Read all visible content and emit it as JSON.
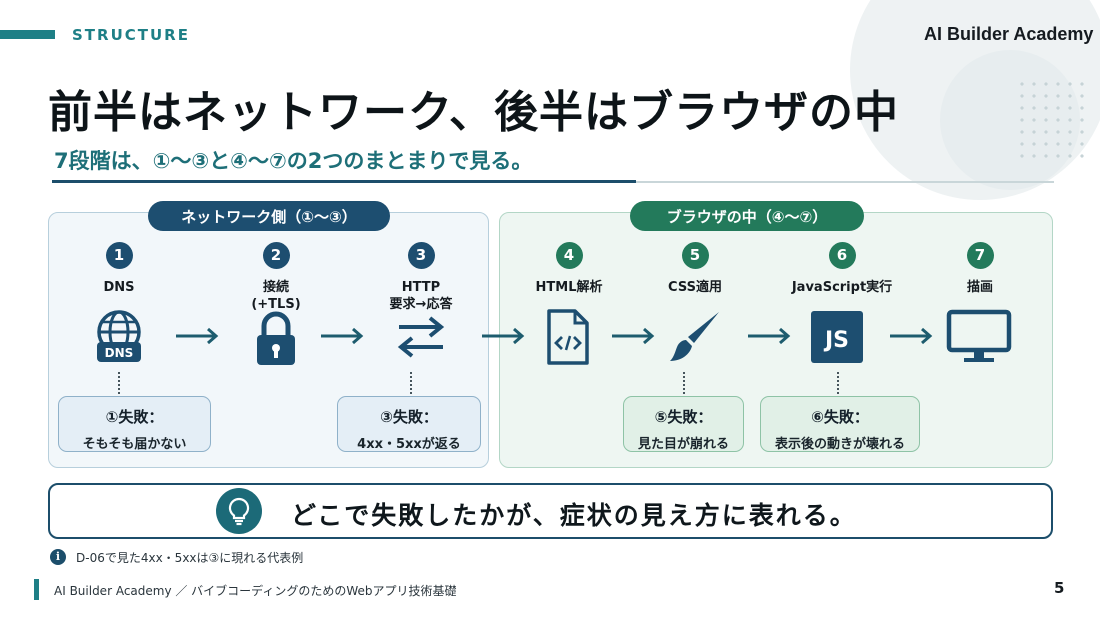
{
  "header": {
    "section_label": "STRUCTURE",
    "brand": "AI Builder Academy"
  },
  "title": "前半はネットワーク、後半はブラウザの中",
  "subtitle": "7段階は、①〜③と④〜⑦の2つのまとまりで見る。",
  "groups": {
    "network": {
      "label": "ネットワーク側（①〜③）",
      "color": "#1d4e70"
    },
    "browser": {
      "label": "ブラウザの中（④〜⑦）",
      "color": "#237a5b"
    }
  },
  "steps": [
    {
      "num": "1",
      "label": "DNS",
      "icon": "globe-dns-icon",
      "icon_text": "DNS"
    },
    {
      "num": "2",
      "label": "接続",
      "sublabel": "(+TLS)",
      "icon": "lock-icon"
    },
    {
      "num": "3",
      "label": "HTTP",
      "sublabel": "要求→応答",
      "icon": "exchange-arrows-icon"
    },
    {
      "num": "4",
      "label": "HTML解析",
      "icon": "code-file-icon"
    },
    {
      "num": "5",
      "label": "CSS適用",
      "icon": "paintbrush-icon"
    },
    {
      "num": "6",
      "label": "JavaScript実行",
      "icon": "js-icon",
      "icon_text": "JS"
    },
    {
      "num": "7",
      "label": "描画",
      "icon": "monitor-icon"
    }
  ],
  "failures": [
    {
      "title": "①失敗：",
      "desc": "そもそも届かない"
    },
    {
      "title": "③失敗：",
      "desc": "4xx・5xxが返る"
    },
    {
      "title": "⑤失敗：",
      "desc": "見た目が崩れる"
    },
    {
      "title": "⑥失敗：",
      "desc": "表示後の動きが壊れる"
    }
  ],
  "callout": {
    "icon": "lightbulb-icon",
    "text": "どこで失敗したかが、症状の見え方に表れる。"
  },
  "note": {
    "icon": "info-icon",
    "icon_glyph": "i",
    "text": "D-06で見た4xx・5xxは③に現れる代表例"
  },
  "footer": {
    "text": "AI Builder Academy ／ バイブコーディングのためのWebアプリ技術基礎",
    "page": "5"
  },
  "colors": {
    "accent_teal": "#1e7f86",
    "network_navy": "#1d4e70",
    "browser_green": "#237a5b"
  }
}
